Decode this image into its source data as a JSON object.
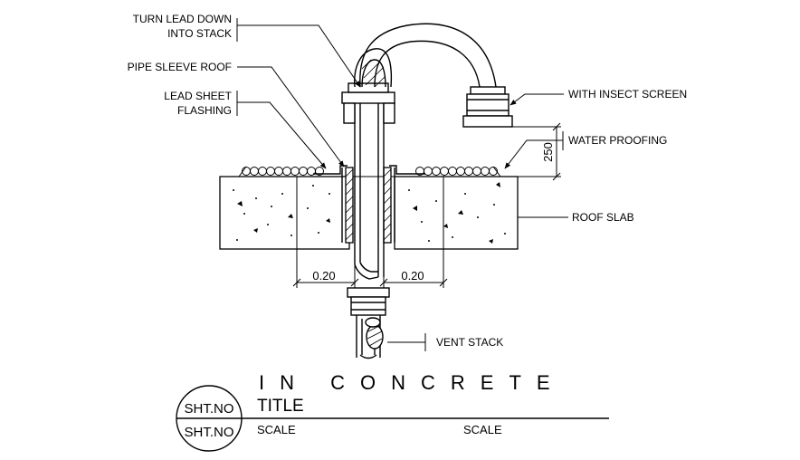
{
  "labels": {
    "turn_lead_line1": "TURN LEAD DOWN",
    "turn_lead_line2": "INTO STACK",
    "pipe_sleeve_roof": "PIPE SLEEVE ROOF",
    "lead_sheet_line1": "LEAD SHEET",
    "lead_sheet_line2": "FLASHING",
    "insect_screen": "WITH INSECT SCREEN",
    "water_proofing": "WATER PROOFING",
    "roof_slab": "ROOF SLAB",
    "vent_stack": "VENT STACK"
  },
  "dimensions": {
    "vertical": "250",
    "left": "0.20",
    "right": "0.20"
  },
  "title_block": {
    "heading": "IN CONCRETE",
    "sht_no_top": "SHT.NO",
    "sht_no_bottom": "SHT.NO",
    "title": "TITLE",
    "scale_left": "SCALE",
    "scale_right": "SCALE"
  }
}
